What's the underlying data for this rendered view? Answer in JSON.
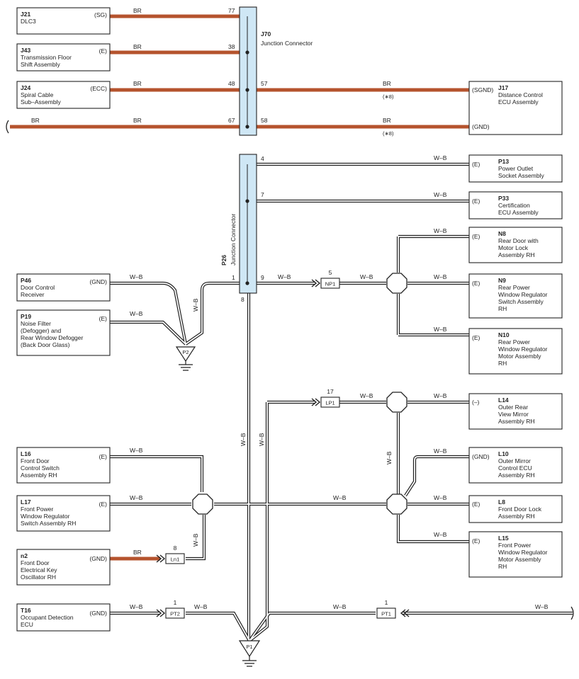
{
  "colors": {
    "br_wire": "#b5532d",
    "wb_wire": "#222222",
    "junction_fill": "#cfe7f5"
  },
  "wire_labels": {
    "br": "BR",
    "wb": "W–B"
  },
  "components": {
    "J21": {
      "id": "J21",
      "lines": [
        "DLC3"
      ],
      "pin": "(SG)"
    },
    "J43": {
      "id": "J43",
      "lines": [
        "Transmission Floor",
        "Shift Assembly"
      ],
      "pin": "(E)"
    },
    "J24": {
      "id": "J24",
      "lines": [
        "Spiral Cable",
        "Sub–Assembly"
      ],
      "pin": "(ECC)"
    },
    "J17": {
      "id": "J17",
      "lines": [
        "Distance Control",
        "ECU Assembly"
      ],
      "pin1": "(SGND)",
      "pin2": "(GND)"
    },
    "P13": {
      "id": "P13",
      "lines": [
        "Power Outlet",
        "Socket Assembly"
      ],
      "pin": "(E)"
    },
    "P33": {
      "id": "P33",
      "lines": [
        "Certification",
        "ECU Assembly"
      ],
      "pin": "(E)"
    },
    "N8": {
      "id": "N8",
      "lines": [
        "Rear Door with",
        "Motor Lock",
        "Assembly RH"
      ],
      "pin": "(E)"
    },
    "N9": {
      "id": "N9",
      "lines": [
        "Rear Power",
        "Window Regulator",
        "Switch Assembly",
        "RH"
      ],
      "pin": "(E)"
    },
    "N10": {
      "id": "N10",
      "lines": [
        "Rear Power",
        "Window Regulator",
        "Motor Assembly",
        "RH"
      ],
      "pin": "(E)"
    },
    "P46": {
      "id": "P46",
      "lines": [
        "Door Control",
        "Receiver"
      ],
      "pin": "(GND)"
    },
    "P19": {
      "id": "P19",
      "lines": [
        "Noise Filter",
        "(Defogger) and",
        "Rear Window Defogger",
        "(Back Door Glass)"
      ],
      "pin": "(E)"
    },
    "L14": {
      "id": "L14",
      "lines": [
        "Outer Rear",
        "View Mirror",
        "Assembly RH"
      ],
      "pin": "(–)"
    },
    "L10": {
      "id": "L10",
      "lines": [
        "Outer Mirror",
        "Control ECU",
        "Assembly RH"
      ],
      "pin": "(GND)"
    },
    "L8": {
      "id": "L8",
      "lines": [
        "Front Door Lock",
        "Assembly RH"
      ],
      "pin": "(E)"
    },
    "L15": {
      "id": "L15",
      "lines": [
        "Front Power",
        "Window Regulator",
        "Motor Assembly",
        "RH"
      ],
      "pin": "(E)"
    },
    "L16": {
      "id": "L16",
      "lines": [
        "Front Door",
        "Control Switch",
        "Assembly RH"
      ],
      "pin": "(E)"
    },
    "L17": {
      "id": "L17",
      "lines": [
        "Front Power",
        "Window Regulator",
        "Switch Assembly RH"
      ],
      "pin": "(E)"
    },
    "n2": {
      "id": "n2",
      "lines": [
        "Front Door",
        "Electrical Key",
        "Oscillator RH"
      ],
      "pin": "(GND)"
    },
    "T16": {
      "id": "T16",
      "lines": [
        "Occupant Detection",
        "ECU"
      ],
      "pin": "(GND)"
    }
  },
  "junctions": {
    "J70": {
      "id": "J70",
      "name": "Junction Connector",
      "pins": [
        "77",
        "38",
        "48",
        "57",
        "67",
        "58"
      ]
    },
    "P26": {
      "id": "P26",
      "name": "Junction Connector",
      "pins": [
        "4",
        "7",
        "1",
        "9",
        "8"
      ]
    }
  },
  "connectors": {
    "NP1": {
      "id": "NP1",
      "pin": "5"
    },
    "LP1": {
      "id": "LP1",
      "pin": "17"
    },
    "Ln1": {
      "id": "Ln1",
      "pin": "8"
    },
    "PT2": {
      "id": "PT2",
      "pin": "1"
    },
    "PT1": {
      "id": "PT1",
      "pin": "1"
    }
  },
  "grounds": {
    "P1": "P1",
    "P2": "P2"
  },
  "notes": {
    "star8": "(∗8)"
  }
}
